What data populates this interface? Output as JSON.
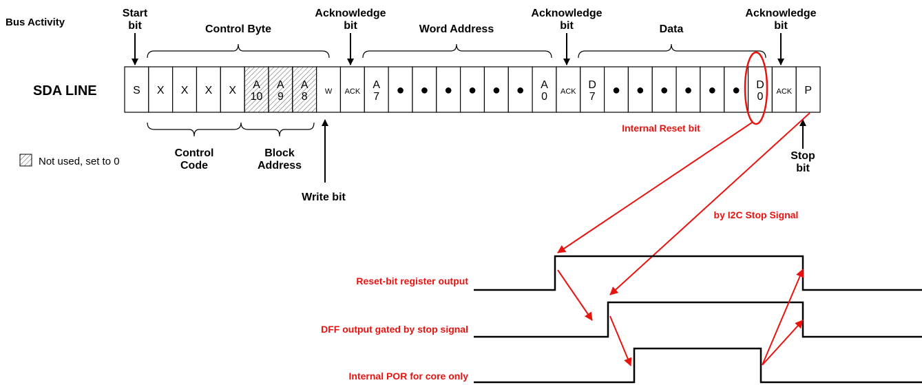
{
  "bus_activity": "Bus Activity",
  "sda_line": "SDA LINE",
  "legend_text": "Not used, set to 0",
  "headers": {
    "start": [
      "Start",
      "bit"
    ],
    "control_byte": "Control Byte",
    "ack1": [
      "Acknowledge",
      "bit"
    ],
    "word_address": "Word Address",
    "ack2": [
      "Acknowledge",
      "bit"
    ],
    "data": "Data",
    "ack3": [
      "Acknowledge",
      "bit"
    ]
  },
  "bottom_labels": {
    "control_code": [
      "Control",
      "Code"
    ],
    "block_address": [
      "Block",
      "Address"
    ],
    "write_bit": "Write bit",
    "stop_bit": [
      "Stop",
      "bit"
    ]
  },
  "cells": [
    {
      "t": [
        "S"
      ]
    },
    {
      "t": [
        "X"
      ]
    },
    {
      "t": [
        "X"
      ]
    },
    {
      "t": [
        "X"
      ]
    },
    {
      "t": [
        "X"
      ]
    },
    {
      "t": [
        "A",
        "10"
      ],
      "hatch": true
    },
    {
      "t": [
        "A",
        "9"
      ],
      "hatch": true
    },
    {
      "t": [
        "A",
        "8"
      ],
      "hatch": true
    },
    {
      "t": [
        "W"
      ],
      "small": true
    },
    {
      "t": [
        "ACK"
      ],
      "small": true
    },
    {
      "t": [
        "A",
        "7"
      ]
    },
    {
      "t": [
        "●"
      ]
    },
    {
      "t": [
        "●"
      ]
    },
    {
      "t": [
        "●"
      ]
    },
    {
      "t": [
        "●"
      ]
    },
    {
      "t": [
        "●"
      ]
    },
    {
      "t": [
        "●"
      ]
    },
    {
      "t": [
        "A",
        "0"
      ]
    },
    {
      "t": [
        "ACK"
      ],
      "small": true
    },
    {
      "t": [
        "D",
        "7"
      ]
    },
    {
      "t": [
        "●"
      ]
    },
    {
      "t": [
        "●"
      ]
    },
    {
      "t": [
        "●"
      ]
    },
    {
      "t": [
        "●"
      ]
    },
    {
      "t": [
        "●"
      ]
    },
    {
      "t": [
        "●"
      ]
    },
    {
      "t": [
        "D",
        "0"
      ]
    },
    {
      "t": [
        "ACK"
      ],
      "small": true
    },
    {
      "t": [
        "P"
      ]
    }
  ],
  "annotations": {
    "internal_reset_bit": "Internal Reset bit",
    "stop_signal": "by I2C Stop Signal"
  },
  "signals": [
    {
      "name": "Reset-bit register output"
    },
    {
      "name": "DFF output gated by stop signal"
    },
    {
      "name": "Internal POR for core only"
    }
  ],
  "colors": {
    "accent": "#e8130f",
    "ink": "#000000"
  }
}
